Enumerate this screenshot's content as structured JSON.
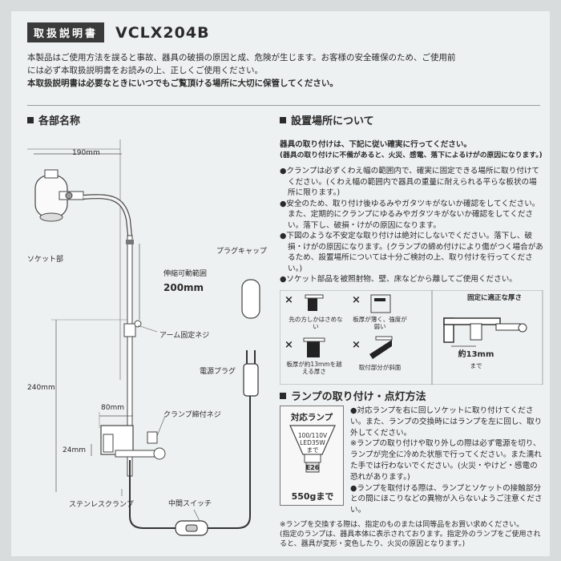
{
  "header": {
    "title": "取扱説明書",
    "model": "VCLX204B"
  },
  "intro": {
    "line1": "本製品はご使用方法を誤ると事故、器具の破損の原因と成、危険が生じます。お客様の安全確保のため、ご使用前",
    "line2": "には必ず本取扱説明書をお読みの上、正しくご使用ください。",
    "line3": "本取扱説明書は必要なときにいつでもご覧頂ける場所に大切に保管してください。"
  },
  "parts": {
    "heading": "各部名称",
    "width_190": "190mm",
    "socket": "ソケット部",
    "stretch_label": "伸縮可動範囲",
    "stretch_value": "200mm",
    "plug_cap": "プラグキャップ",
    "arm_screw": "アーム固定ネジ",
    "power_plug": "電源プラグ",
    "height_240": "240mm",
    "width_80": "80mm",
    "clamp_screw": "クランプ締付ネジ",
    "height_24": "24mm",
    "clamp": "ステンレスクランプ",
    "switch": "中間スイッチ"
  },
  "install": {
    "heading": "設置場所について",
    "sub1": "器具の取り付けは、下記に従い確実に行ってください。",
    "sub2": "(器具の取り付けに不備があると、火災、感電、落下によるけがの原因になります。)",
    "b1": "●クランプは必ずくわえ幅の範囲内で、確実に固定できる場所に取り付けてください。(くわえ幅の範囲内で器具の重量に耐えられる平らな板状の場所に限ります。)",
    "b2": "●安全のため、取り付け後ゆるみやガタツキがないか確認をしてください。また、定期的にクランプにゆるみやガタツキがないか確認をしてください。落下し、破損・けがの原因になります。",
    "b3": "●下図のような不安定な取り付けは絶対にしないでください。落下し、破損・けがの原因になります。(クランプの締め付けにより傷がつく場合があるため、設置場所については十分ご検討の上、取り付けを行ってください。)",
    "b4": "●ソケット部品を被照射物、壁、床などから離してご使用ください。",
    "icon1": "先の方しかはさめない",
    "icon2": "板厚が薄く、強度が弱い",
    "icon3": "板厚が約13mmを越える厚さ",
    "icon4": "取付部分が斜面",
    "fit_title": "固定に適正な厚さ",
    "fit_value": "約13mm",
    "fit_unit": "まで",
    "x_mark": "×"
  },
  "lamp": {
    "heading": "ランプの取り付け・点灯方法",
    "box_title": "対応ランプ",
    "box_spec1": "100/110V",
    "box_spec2": "LED35W",
    "box_spec3": "まで",
    "box_base": "E26",
    "box_weight": "550gまで",
    "p1": "●対応ランプを右に回しソケットに取り付けてください。また、ランプの交換時にはランプを左に回し、取り外してください。",
    "p2": "※ランプの取り付けや取り外しの際は必ず電源を切り、ランプが完全に冷めた状態で行ってください。また濡れた手では行わないでください。(火災・やけど・感電の恐れがあります。)",
    "p3": "●ランプを取付ける際は、ランプとソケットの接触部分との間にほこりなどの異物が入らないようご注意ください。",
    "n1": "※ランプを交換する際は、指定のものまたは同等品をお買い求めください。",
    "n2": "(指定のランプは、器具本体に表示されております。指定外のランプをご使用されると、器具が変形・変色したり、火災の原因となります。)"
  }
}
